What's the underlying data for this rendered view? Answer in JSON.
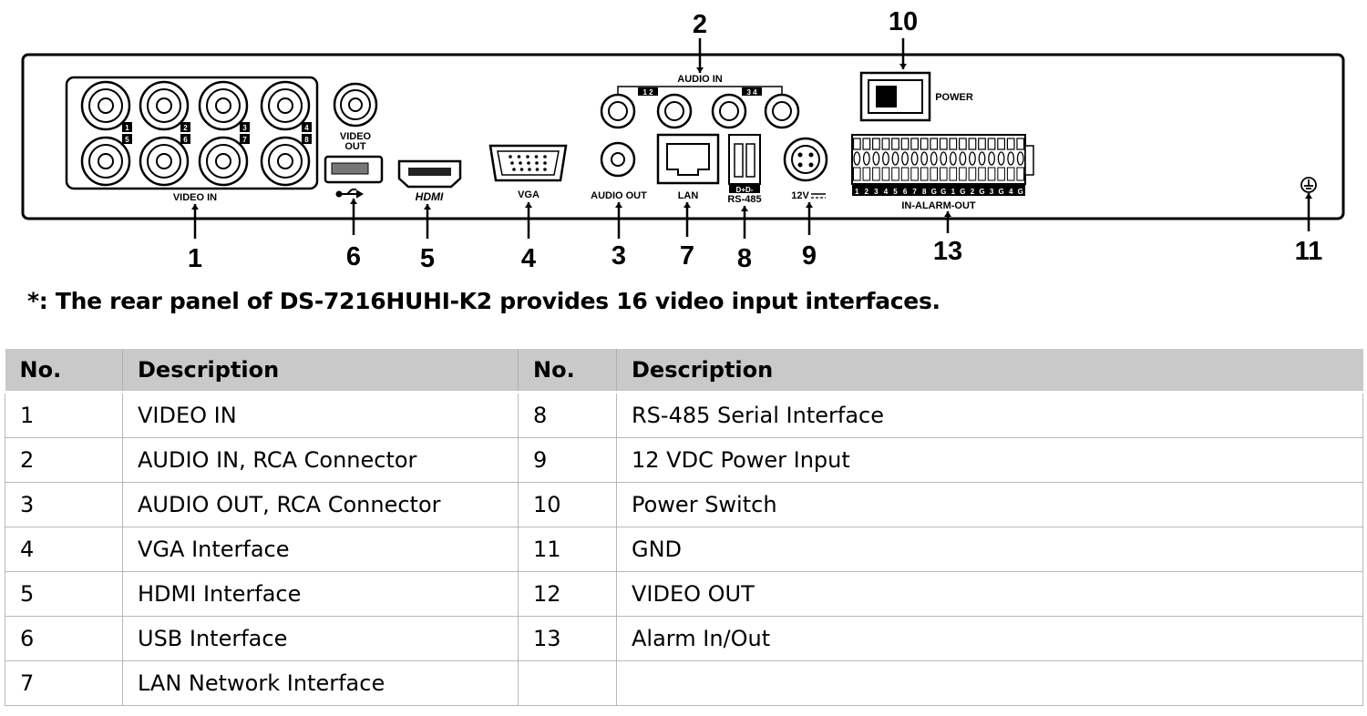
{
  "panel": {
    "labels": {
      "video_in": "VIDEO IN",
      "video_out": [
        "VIDEO",
        "OUT"
      ],
      "hdmi": "HDMI",
      "vga": "VGA",
      "audio_in": "AUDIO IN",
      "audio_in_ch12": "1 2",
      "audio_in_ch34": "3 4",
      "audio_out": "AUDIO OUT",
      "lan": "LAN",
      "rs485": "RS-485",
      "rs485_pins": "D+D-",
      "power_in": "12V",
      "power_switch": "POWER",
      "alarm": "IN-ALARM-OUT",
      "alarm_pins": [
        "1",
        "2",
        "3",
        "4",
        "5",
        "6",
        "7",
        "8",
        "G",
        "G",
        "1",
        "G",
        "2",
        "G",
        "3",
        "G",
        "4",
        "G"
      ],
      "bnc_channels": [
        "1",
        "2",
        "3",
        "4",
        "5",
        "6",
        "7",
        "8"
      ]
    },
    "callouts": [
      "1",
      "2",
      "3",
      "4",
      "5",
      "6",
      "7",
      "8",
      "9",
      "10",
      "11",
      "13"
    ]
  },
  "note": "*: The rear panel of DS-7216HUHI-K2 provides 16 video input interfaces.",
  "table": {
    "headers": [
      "No.",
      "Description",
      "No.",
      "Description"
    ],
    "rows": [
      [
        "1",
        "VIDEO IN",
        "8",
        "RS-485 Serial Interface"
      ],
      [
        "2",
        "AUDIO IN, RCA Connector",
        "9",
        "12 VDC Power Input"
      ],
      [
        "3",
        "AUDIO OUT, RCA Connector",
        "10",
        "Power Switch"
      ],
      [
        "4",
        "VGA Interface",
        "11",
        "GND"
      ],
      [
        "5",
        "HDMI Interface",
        "12",
        "VIDEO OUT"
      ],
      [
        "6",
        "USB Interface",
        "13",
        "Alarm In/Out"
      ],
      [
        "7",
        "LAN Network Interface",
        "",
        ""
      ]
    ]
  }
}
